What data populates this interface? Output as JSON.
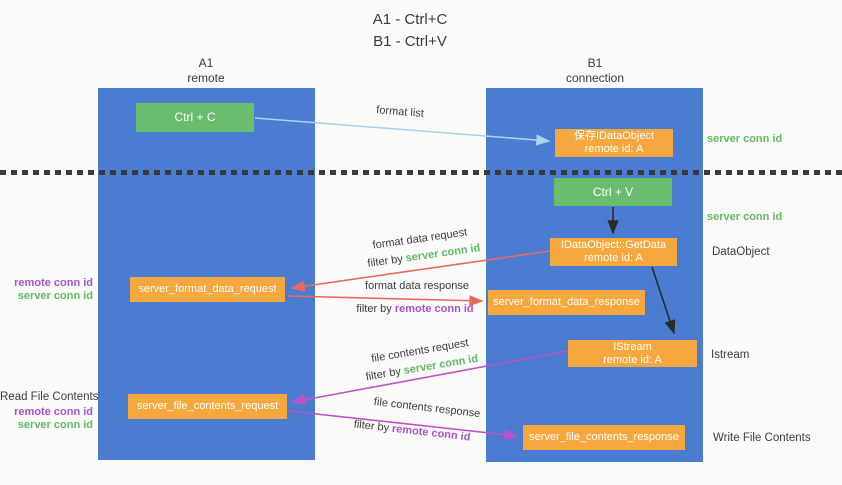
{
  "title": {
    "line1": "A1 - Ctrl+C",
    "line2": "B1 - Ctrl+V"
  },
  "columns": {
    "left": {
      "name": "A1",
      "role": "remote"
    },
    "right": {
      "name": "B1",
      "role": "connection"
    }
  },
  "nodes": {
    "ctrl_c": "Ctrl + C",
    "ctrl_v": "Ctrl + V",
    "save_dataobject": {
      "line1": "保存IDataObject",
      "line2": "remote id: A"
    },
    "getdata": {
      "line1": "IDataObject::GetData",
      "line2": "remote id: A"
    },
    "istream": {
      "line1": "IStream",
      "line2": "remote id: A"
    },
    "format_request": "server_format_data_request",
    "format_response": "server_format_data_response",
    "file_request": "server_file_contents_request",
    "file_response": "server_file_contents_response"
  },
  "arrow_labels": {
    "format_list": "format list",
    "format_data_request": "format data request",
    "format_data_response": "format data response",
    "file_contents_request": "file contents request",
    "file_contents_response": "file contents response",
    "filter_by": "filter by",
    "server_conn_id": "server conn id",
    "remote_conn_id": "remote conn id"
  },
  "side_labels": {
    "server_conn_id_top": "server conn id",
    "server_conn_id_mid": "server conn id",
    "dataobject": "DataObject",
    "istream": "Istream",
    "read_file_contents": "Read File Contents",
    "write_file_contents": "Write File Contents",
    "remote_conn_id": "remote conn id",
    "server_conn_id": "server conn id"
  },
  "colors": {
    "lifeline_blue": "#4a7dd1",
    "node_green": "#6abd6e",
    "node_orange": "#f6a73d",
    "arrow_light_blue": "#a9d4ef",
    "arrow_red": "#e96a5c",
    "arrow_magenta": "#bd53c6",
    "arrow_black": "#2b2b2b",
    "text_green": "#62ba64",
    "text_purple": "#a855cb",
    "background": "#fafaf8"
  }
}
